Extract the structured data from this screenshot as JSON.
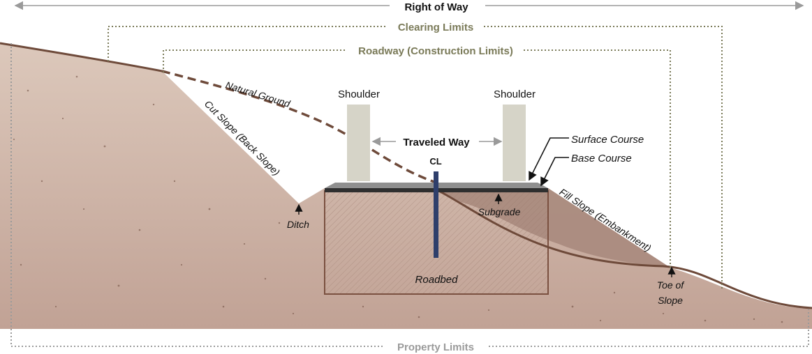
{
  "limits": {
    "right_of_way": "Right of Way",
    "clearing_limits": "Clearing Limits",
    "roadway_limits": "Roadway (Construction Limits)",
    "property_limits": "Property Limits"
  },
  "labels": {
    "natural_ground": "Natural Ground",
    "cut_slope": "Cut Slope (Back Slope)",
    "shoulder_left": "Shoulder",
    "shoulder_right": "Shoulder",
    "traveled_way": "Traveled Way",
    "centerline_mark": "CL",
    "surface_course": "Surface Course",
    "base_course": "Base Course",
    "fill_slope": "Fill Slope (Embankment)",
    "subgrade": "Subgrade",
    "ditch": "Ditch",
    "roadbed": "Roadbed",
    "toe_of_slope_line1": "Toe of",
    "toe_of_slope_line2": "Slope"
  },
  "colors": {
    "soil_top": "#d9c3b6",
    "soil_bottom": "#c3a597",
    "ground_line": "#6e4a3a",
    "fill": "#a48477",
    "pavement": "#4a4a4a",
    "shoulder_post": "#d6d4c8",
    "centerline_post": "#2f3f6b",
    "limit_olive": "#7a7a58",
    "limit_gray": "#9a9a9a",
    "text_dark": "#111111"
  }
}
